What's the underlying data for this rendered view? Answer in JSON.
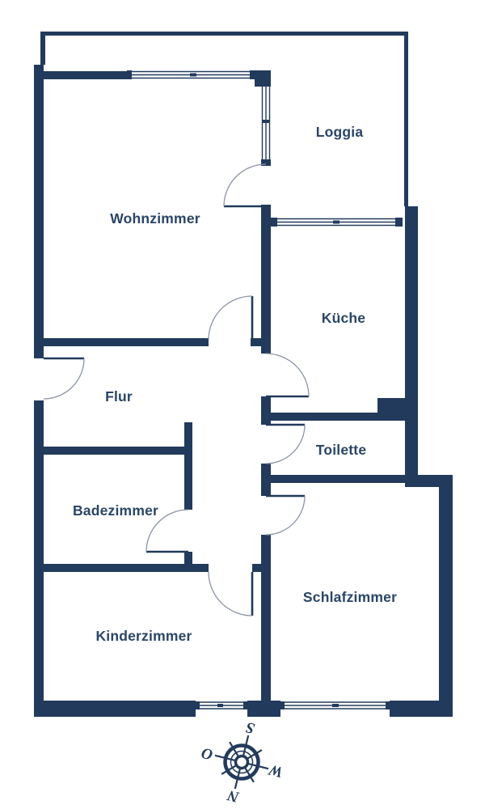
{
  "colors": {
    "wall": "#223a5c",
    "label": "#2a4566",
    "door_arc": "#8b95a5"
  },
  "rooms": [
    {
      "id": "loggia",
      "name": "Loggia"
    },
    {
      "id": "wohnzimmer",
      "name": "Wohnzimmer"
    },
    {
      "id": "kueche",
      "name": "Küche"
    },
    {
      "id": "flur",
      "name": "Flur"
    },
    {
      "id": "toilette",
      "name": "Toilette"
    },
    {
      "id": "badezimmer",
      "name": "Badezimmer"
    },
    {
      "id": "schlafzimmer",
      "name": "Schlafzimmer"
    },
    {
      "id": "kinderzimmer",
      "name": "Kinderzimmer"
    }
  ],
  "compass": {
    "north": "N",
    "east": "O",
    "south": "S",
    "west": "W"
  }
}
